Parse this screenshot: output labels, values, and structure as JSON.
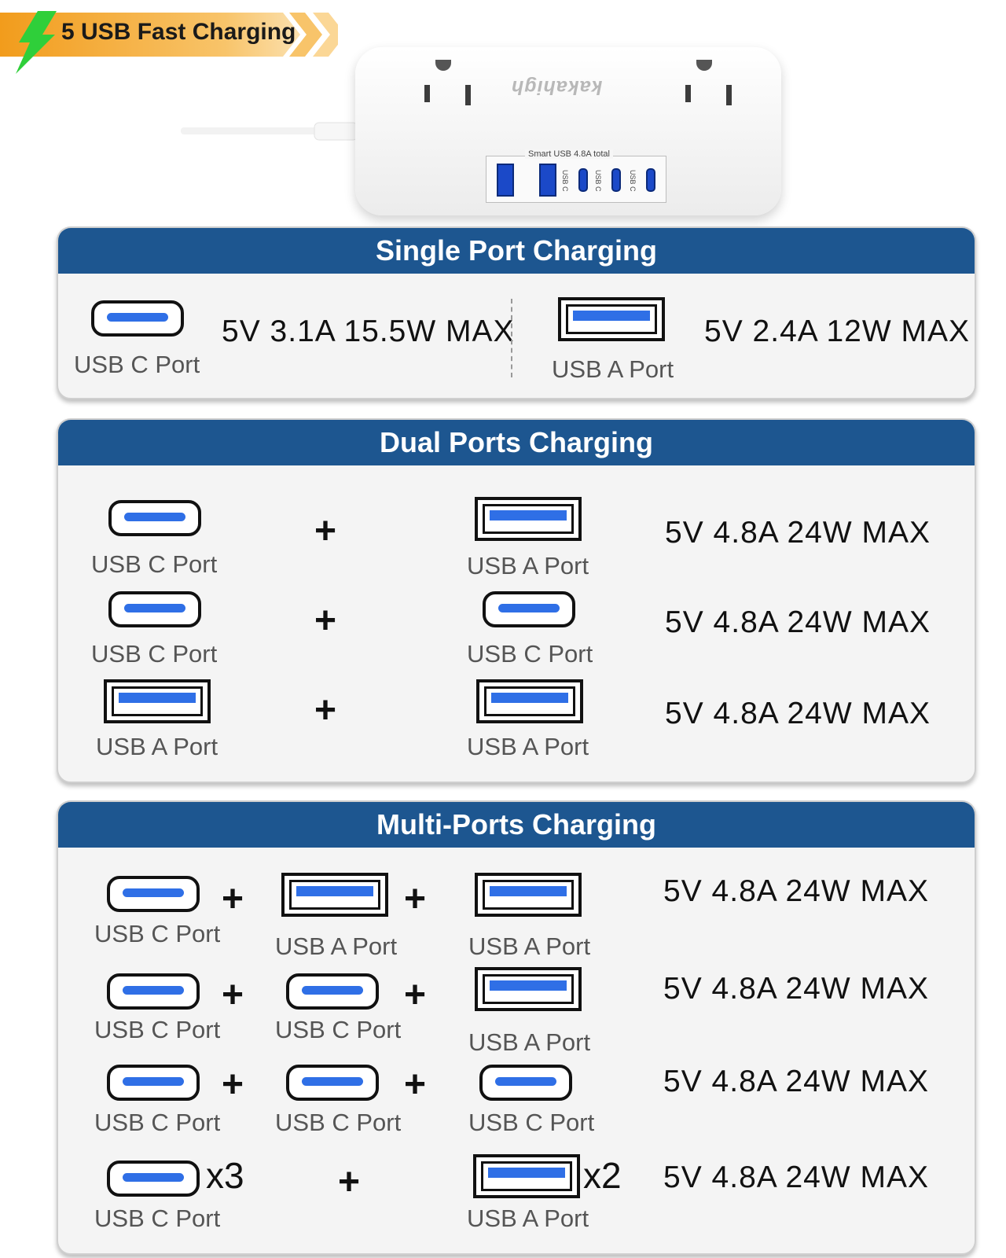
{
  "banner": {
    "text": "5 USB Fast Charging"
  },
  "product": {
    "brand": "kakahigh",
    "usb_panel_label": "Smart USB 4.8A total",
    "usb_c_label": "USB C"
  },
  "single": {
    "title": "Single Port Charging",
    "left": {
      "port": "USB C Port",
      "spec": "5V 3.1A 15.5W MAX"
    },
    "right": {
      "port": "USB A Port",
      "spec": "5V 2.4A 12W MAX"
    }
  },
  "dual": {
    "title": "Dual Ports Charging",
    "rows": [
      {
        "a": "USB C Port",
        "b": "USB A Port",
        "spec": "5V 4.8A 24W MAX"
      },
      {
        "a": "USB C Port",
        "b": "USB C Port",
        "spec": "5V 4.8A 24W MAX"
      },
      {
        "a": "USB A Port",
        "b": "USB A Port",
        "spec": "5V 4.8A 24W MAX"
      }
    ]
  },
  "multi": {
    "title": "Multi-Ports Charging",
    "rows": [
      {
        "a": "USB C Port",
        "b": "USB A Port",
        "c": "USB A Port",
        "spec": "5V 4.8A 24W MAX"
      },
      {
        "a": "USB C Port",
        "b": "USB C Port",
        "c": "USB A Port",
        "spec": "5V 4.8A 24W MAX"
      },
      {
        "a": "USB C Port",
        "b": "USB C Port",
        "c": "USB C Port",
        "spec": "5V 4.8A 24W MAX"
      }
    ],
    "last": {
      "a": "USB C Port",
      "a_mult": "x3",
      "b": "USB A Port",
      "b_mult": "x2",
      "spec": "5V 4.8A 24W MAX"
    }
  },
  "plus_symbol": "+",
  "colors": {
    "header": "#1d5690",
    "port_blue": "#2f6fe6",
    "banner_orange": "#f5a623",
    "bolt_green": "#3cd13c"
  }
}
